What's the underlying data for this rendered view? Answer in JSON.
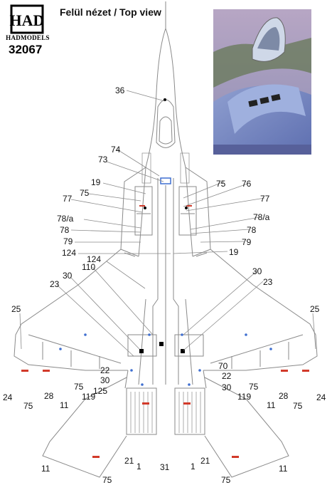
{
  "brand": {
    "name": "HADMODELS",
    "code": "32067",
    "logo_mark": "HAD"
  },
  "title": "Felül nézet / Top view",
  "callouts": {
    "c36": "36",
    "c74": "74",
    "c73": "73",
    "c19": "19",
    "c75": "75",
    "c77": "77",
    "c78a": "78/a",
    "c78": "78",
    "c79": "79",
    "c124": "124",
    "c110": "110",
    "c30": "30",
    "c23": "23",
    "c25": "25",
    "c24": "24",
    "c28": "28",
    "c11": "11",
    "c119": "119",
    "c22": "22",
    "c125": "125",
    "c21": "21",
    "c1": "1",
    "c31": "31",
    "c76": "76",
    "c70": "70"
  },
  "colors": {
    "line": "#8a8a8a",
    "marker_red": "#d23a2a",
    "marker_black": "#000000",
    "accent_blue": "#3f6fd0"
  }
}
